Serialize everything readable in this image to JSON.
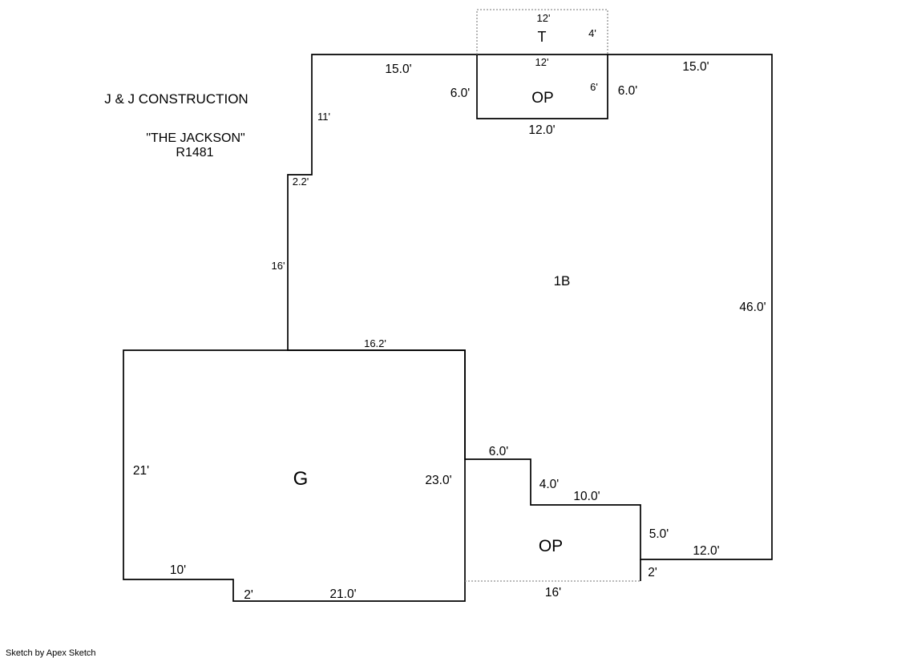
{
  "header": {
    "company": "J & J CONSTRUCTION",
    "plan_name": "\"THE JACKSON\"",
    "plan_id": "R1481"
  },
  "footer": {
    "credit": "Sketch by Apex Sketch"
  },
  "colors": {
    "outline": "#000000",
    "dotted": "#909090",
    "background": "#ffffff"
  },
  "labels": {
    "attic": "T",
    "porch_top": "OP",
    "main_area": "1B",
    "garage": "G",
    "porch_bottom": "OP"
  },
  "dims": {
    "attic_top": "12'",
    "attic_right": "4'",
    "porch_top_inner_top": "12'",
    "porch_top_inner_right": "6'",
    "porch_top_left": "6.0'",
    "porch_top_right": "6.0'",
    "porch_top_bottom": "12.0'",
    "top_left": "15.0'",
    "top_right": "15.0'",
    "left_upper": "11'",
    "left_jog": "2.2'",
    "left_lower": "16'",
    "right_side": "46.0'",
    "garage_top": "16.2'",
    "garage_left": "21'",
    "garage_right": "23.0'",
    "garage_bottom_left": "10'",
    "garage_bottom_jog": "2'",
    "garage_bottom": "21.0'",
    "notch_a": "6.0'",
    "notch_b": "4.0'",
    "notch_c": "10.0'",
    "notch_d": "5.0'",
    "bottom_right": "12.0'",
    "porch_bottom_right": "2'",
    "porch_bottom_width": "16'"
  }
}
